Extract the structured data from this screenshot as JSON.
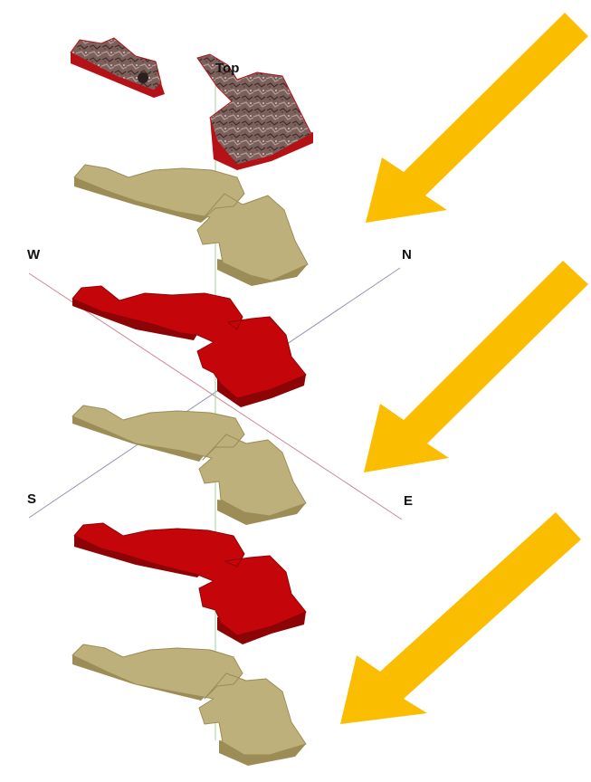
{
  "view": {
    "axis_labels": {
      "west": "W",
      "north": "N",
      "south": "S",
      "east": "E",
      "top": "Top"
    },
    "axis_colors": {
      "west_east": "#c98a96",
      "south_north": "#8f94b0",
      "vertical": "#9ed39e"
    }
  },
  "layers": [
    {
      "name": "terrain-surface",
      "fill": "#7a5f5c",
      "side": "#b51218"
    },
    {
      "name": "tan-layer",
      "fill": "#bdb07b",
      "side": "#9c8d56"
    },
    {
      "name": "red-layer",
      "fill": "#c4060a",
      "side": "#8d0407"
    },
    {
      "name": "tan-layer",
      "fill": "#bdb07b",
      "side": "#9c8d56"
    },
    {
      "name": "red-layer",
      "fill": "#c4060a",
      "side": "#8d0407"
    },
    {
      "name": "tan-layer",
      "fill": "#bdb07b",
      "side": "#9c8d56"
    }
  ],
  "arrows": {
    "color": "#fbbd00",
    "count": 3
  }
}
